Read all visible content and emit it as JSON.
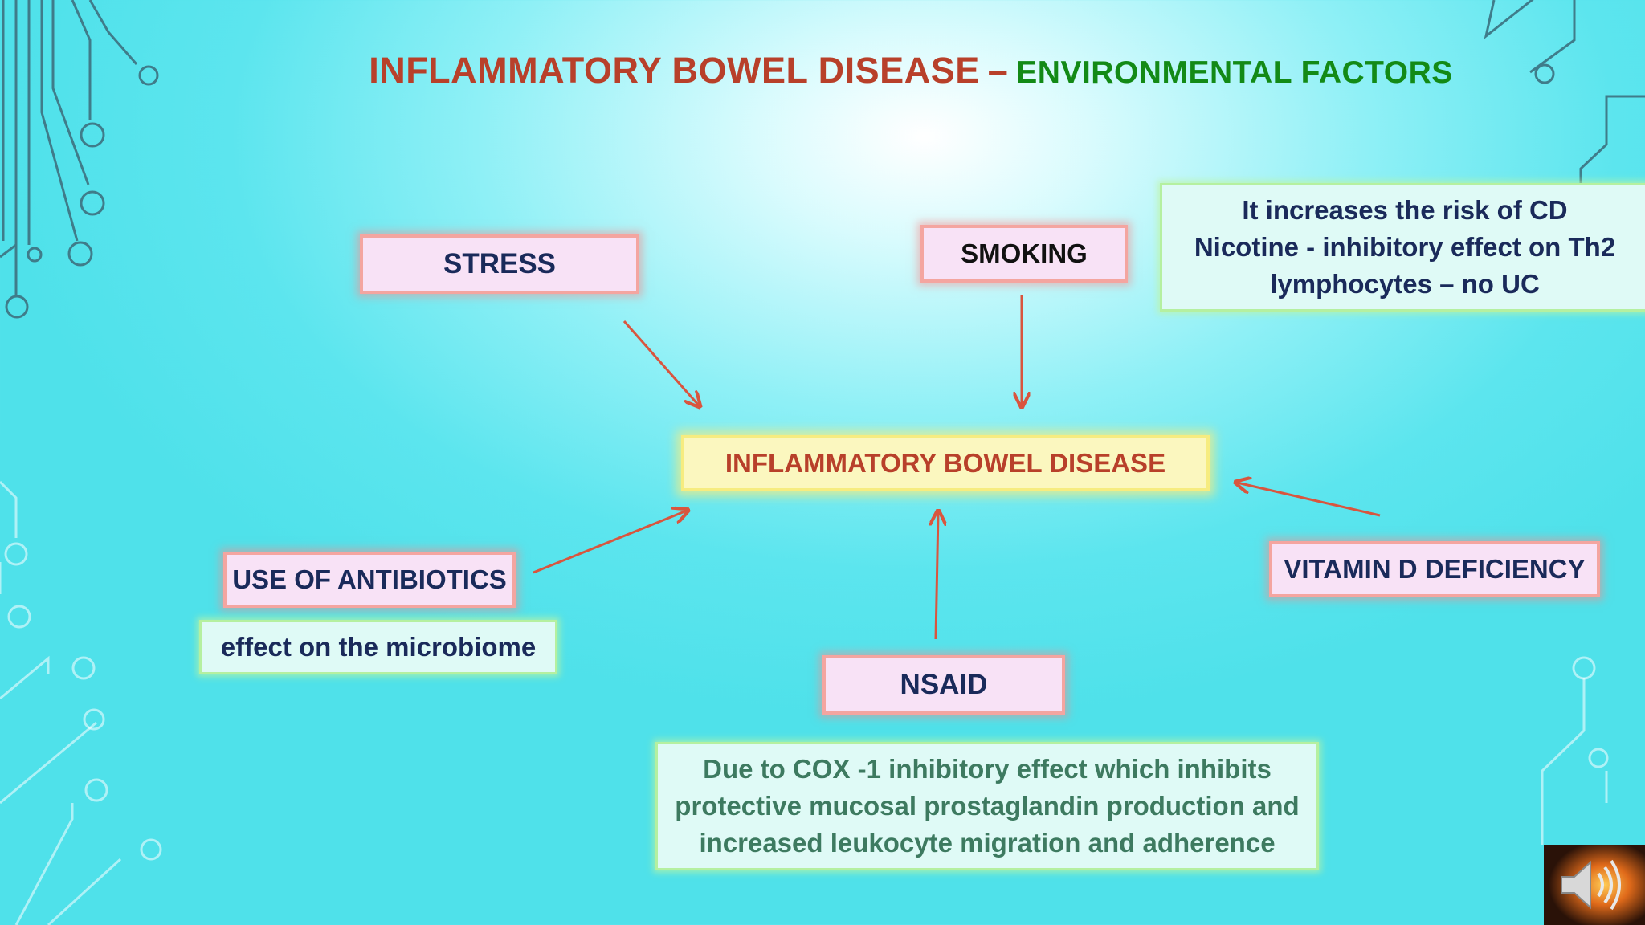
{
  "title": {
    "main": "INFLAMMATORY BOWEL DISEASE",
    "dash": "–",
    "sub": "ENVIRONMENTAL FACTORS"
  },
  "diagram": {
    "center": "INFLAMMATORY BOWEL DISEASE",
    "factors": {
      "stress": "STRESS",
      "smoking": "SMOKING",
      "antibiotics": "USE OF ANTIBIOTICS",
      "vitamin_d": "VITAMIN D DEFICIENCY",
      "nsaid": "NSAID"
    },
    "notes": {
      "smoking": [
        "It increases the risk of CD",
        "Nicotine - inhibitory effect on Th2",
        "lymphocytes – no UC"
      ],
      "antibiotics": "effect on the microbiome",
      "nsaid": [
        "Due to COX -1 inhibitory effect which inhibits",
        "protective mucosal prostaglandin production and",
        "increased leukocyte migration and adherence"
      ]
    }
  },
  "colors": {
    "title": "#b8402a",
    "subtitle": "#138a16",
    "arrow": "#d9553e",
    "label_text": "#1a2a5a"
  },
  "icons": {
    "audio": "speaker-icon"
  }
}
